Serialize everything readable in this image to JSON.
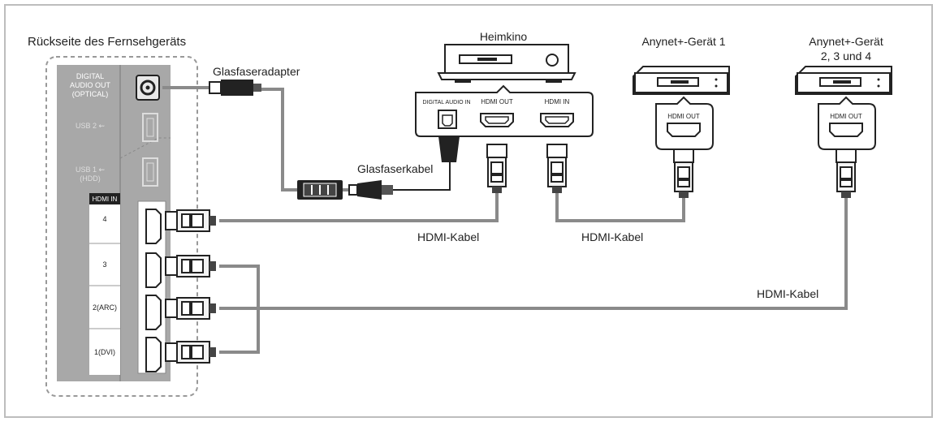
{
  "labels": {
    "tv_back": "Rückseite des Fernsehgeräts",
    "glasfaseradapter": "Glasfaseradapter",
    "glasfaserkabel": "Glasfaserkabel",
    "heimkino": "Heimkino",
    "anynet1": "Anynet+-Gerät 1",
    "anynet2_line1": "Anynet+-Gerät",
    "anynet2_line2": "2, 3 und 4",
    "hdmi_kabel_1": "HDMI-Kabel",
    "hdmi_kabel_2": "HDMI-Kabel",
    "hdmi_kabel_3": "HDMI-Kabel"
  },
  "tv_panel": {
    "digital_audio_out_l1": "DIGITAL",
    "digital_audio_out_l2": "AUDIO OUT",
    "digital_audio_out_l3": "(OPTICAL)",
    "usb2": "USB 2 ⇜",
    "usb1_l1": "USB 1 ⇜",
    "usb1_l2": "(HDD)",
    "hdmi_in_header": "HDMI IN",
    "hdmi_ports": [
      "4",
      "3",
      "2(ARC)",
      "1(DVI)"
    ]
  },
  "heimkino_panel": {
    "digital_audio_in": "DIGITAL AUDIO IN",
    "hdmi_out": "HDMI OUT",
    "hdmi_in": "HDMI IN"
  },
  "device1_port": "HDMI OUT",
  "device2_port": "HDMI OUT",
  "colors": {
    "frame": "#bdbdbd",
    "panel": "#a8a8a8",
    "cable": "#8a8a8a",
    "dark": "#222222"
  }
}
